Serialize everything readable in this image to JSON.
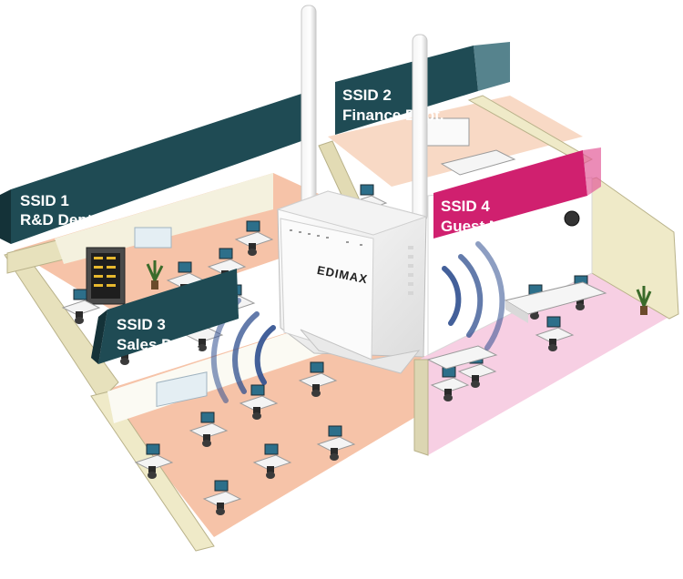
{
  "colors": {
    "banner_teal": "#1f4b54",
    "banner_pink": "#d0206f",
    "floor_orange": "#f6c3a8",
    "floor_pink": "#f7cfe3",
    "wall_beige": "#efeac8",
    "wave_blue": "#2f4f8f"
  },
  "zones": [
    {
      "ssid": "SSID 1",
      "department": "R&D Dept."
    },
    {
      "ssid": "SSID 2",
      "department": "Finance Dept."
    },
    {
      "ssid": "SSID 3",
      "department": "Sales Dept."
    },
    {
      "ssid": "SSID 4",
      "department": "Guest Network"
    }
  ],
  "router": {
    "brand": "EDIMAX",
    "icon": "wireless-router-icon"
  }
}
